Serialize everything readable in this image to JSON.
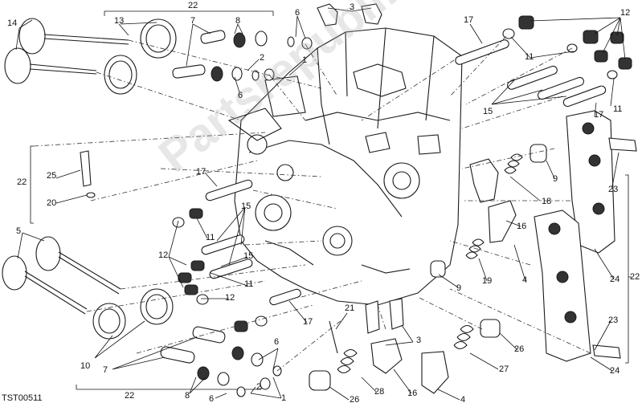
{
  "diagram": {
    "drawing_code": "TST00511",
    "watermark": "Partsrepublik",
    "callouts": [
      {
        "id": "c22a",
        "text": "22"
      },
      {
        "id": "c13",
        "text": "13"
      },
      {
        "id": "c7a",
        "text": "7"
      },
      {
        "id": "c8a",
        "text": "8"
      },
      {
        "id": "c6a",
        "text": "6"
      },
      {
        "id": "c3a",
        "text": "3"
      },
      {
        "id": "c17a",
        "text": "17"
      },
      {
        "id": "c12a",
        "text": "12"
      },
      {
        "id": "c14",
        "text": "14"
      },
      {
        "id": "c2a",
        "text": "2"
      },
      {
        "id": "c1a",
        "text": "1"
      },
      {
        "id": "c6b",
        "text": "6"
      },
      {
        "id": "c11a",
        "text": "11"
      },
      {
        "id": "c15a",
        "text": "15"
      },
      {
        "id": "c11b",
        "text": "11"
      },
      {
        "id": "c17b",
        "text": "17"
      },
      {
        "id": "c22b",
        "text": "22"
      },
      {
        "id": "c25",
        "text": "25"
      },
      {
        "id": "c20",
        "text": "20"
      },
      {
        "id": "c9a",
        "text": "9"
      },
      {
        "id": "c23a",
        "text": "23"
      },
      {
        "id": "c18",
        "text": "18"
      },
      {
        "id": "c17c",
        "text": "17"
      },
      {
        "id": "c15b",
        "text": "15"
      },
      {
        "id": "c16a",
        "text": "16"
      },
      {
        "id": "c5",
        "text": "5"
      },
      {
        "id": "c11c",
        "text": "11"
      },
      {
        "id": "c12b",
        "text": "12"
      },
      {
        "id": "c15c",
        "text": "15"
      },
      {
        "id": "c4a",
        "text": "4"
      },
      {
        "id": "c24a",
        "text": "24"
      },
      {
        "id": "c22c",
        "text": "22"
      },
      {
        "id": "c9b",
        "text": "9"
      },
      {
        "id": "c19",
        "text": "19"
      },
      {
        "id": "c11d",
        "text": "11"
      },
      {
        "id": "c12c",
        "text": "12"
      },
      {
        "id": "c17d",
        "text": "17"
      },
      {
        "id": "c21",
        "text": "21"
      },
      {
        "id": "c23b",
        "text": "23"
      },
      {
        "id": "c10",
        "text": "10"
      },
      {
        "id": "c7b",
        "text": "7"
      },
      {
        "id": "c6c",
        "text": "6"
      },
      {
        "id": "c3b",
        "text": "3"
      },
      {
        "id": "c26a",
        "text": "26"
      },
      {
        "id": "c27",
        "text": "27"
      },
      {
        "id": "c24b",
        "text": "24"
      },
      {
        "id": "c22d",
        "text": "22"
      },
      {
        "id": "c8b",
        "text": "8"
      },
      {
        "id": "c2b",
        "text": "2"
      },
      {
        "id": "c6d",
        "text": "6"
      },
      {
        "id": "c1b",
        "text": "1"
      },
      {
        "id": "c26b",
        "text": "26"
      },
      {
        "id": "c28",
        "text": "28"
      },
      {
        "id": "c16b",
        "text": "16"
      },
      {
        "id": "c4b",
        "text": "4"
      }
    ]
  }
}
